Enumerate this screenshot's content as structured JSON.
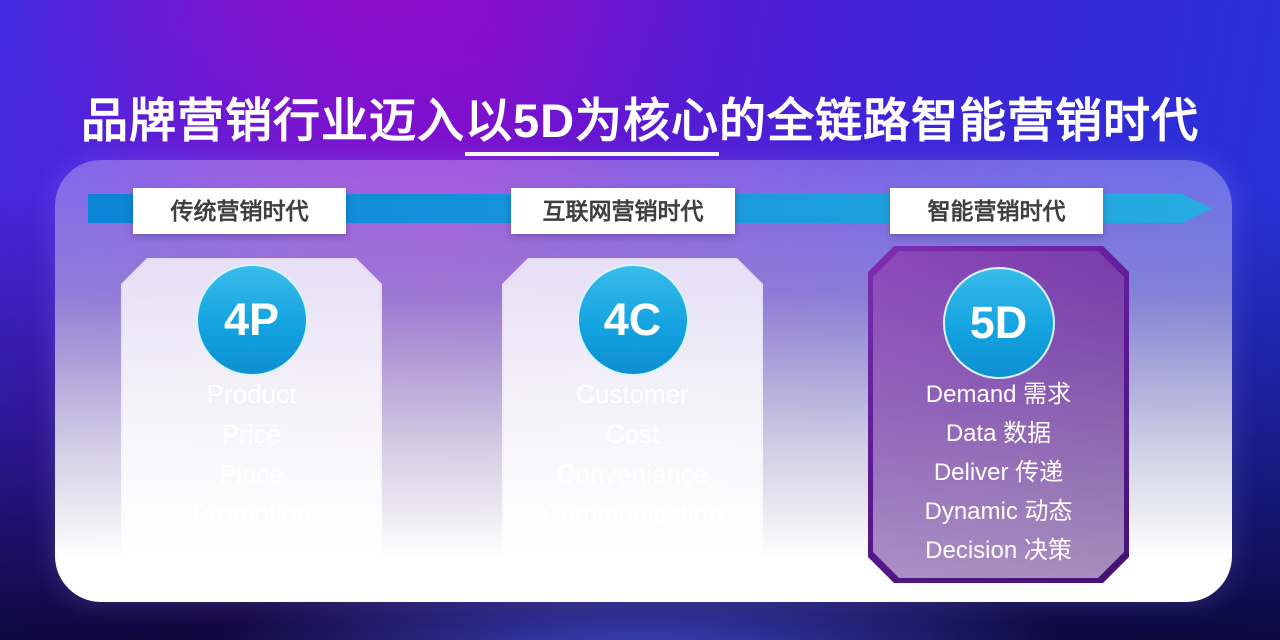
{
  "title": {
    "prefix": "品牌营销行业迈入",
    "highlight": "以5D为核心",
    "suffix": "的全链路智能营销时代"
  },
  "timeline": {
    "eras": [
      {
        "label": "传统营销时代"
      },
      {
        "label": "互联网营销时代"
      },
      {
        "label": "智能营销时代"
      }
    ]
  },
  "cards": [
    {
      "badge": "4P",
      "items": [
        "Product",
        "Price",
        "Place",
        "Promotion"
      ],
      "highlighted": false
    },
    {
      "badge": "4C",
      "items": [
        "Customer",
        "Cost",
        "Convenience",
        "Communication"
      ],
      "highlighted": false
    },
    {
      "badge": "5D",
      "items": [
        "Demand 需求",
        "Data 数据",
        "Deliver 传递",
        "Dynamic 动态",
        "Decision 决策"
      ],
      "highlighted": true
    }
  ],
  "colors": {
    "title_text": "#ffffff",
    "arrow_gradient_start": "#0b84d6",
    "arrow_gradient_end": "#26acdf",
    "badge_fill": "#14a3e1",
    "era_label_text": "#3f3f3f",
    "highlight_card_border": "#5c1a96",
    "background_magenta": "#8e07bc",
    "background_blue": "#2335d8"
  }
}
